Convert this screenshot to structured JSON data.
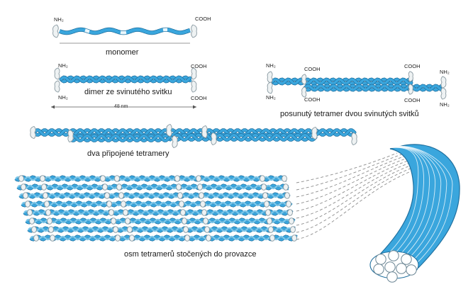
{
  "colors": {
    "fiber": "#3aa6dd",
    "fiber_dark": "#1f6f9e",
    "head": "#eef2f3",
    "head_stroke": "#8a9aa2"
  },
  "monomer": {
    "nh2": "NH₂",
    "cooh": "COOH",
    "caption": "monomer"
  },
  "dimer": {
    "nh2_top": "NH₂",
    "nh2_bottom": "NH₂",
    "cooh_top": "COOH",
    "cooh_bottom": "COOH",
    "caption": "dimer ze svinutého svitku",
    "length": "48 nm"
  },
  "tetramer": {
    "nh2_top": "NH₂",
    "nh2_bottom": "NH₂",
    "cooh_top_left": "COOH",
    "cooh_bottom_left": "COOH",
    "cooh_top_right": "COOH",
    "cooh_bottom_right": "COOH",
    "nh2_top_right": "NH₂",
    "nh2_bottom_right": "NH₂",
    "caption": "posunutý tetramer dvou svinutých svitků"
  },
  "joined": {
    "caption": "dva připojené tetramery"
  },
  "rope": {
    "caption": "osm tetramerů stočených do provazce"
  }
}
